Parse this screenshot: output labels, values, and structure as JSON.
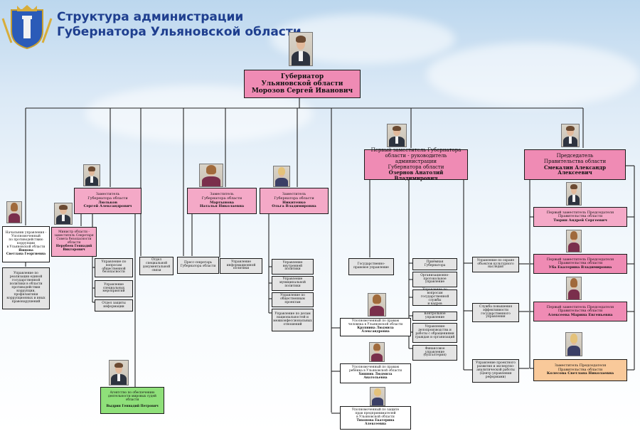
{
  "header": {
    "title_line1": "Структура администрации",
    "title_line2": "Губернатора Ульяновской области"
  },
  "icons": {
    "crest": "coat-of-arms-icon",
    "photo": "person-photo-icon"
  },
  "colors": {
    "accent": "#1f3f8f",
    "pink": "#f4a9c7",
    "green": "#8fe07a",
    "peach": "#f9c99a"
  },
  "governor": {
    "line1": "Губернатор",
    "line2": "Ульяновской области",
    "line3": "Морозов Сергей Иванович"
  },
  "level2": {
    "commissioner_corruption": {
      "line1": "Начальник управления -",
      "line2": "Уполномоченный",
      "line3": "по противодействию",
      "line4": "коррупции",
      "line5": "в Ульяновской области",
      "line6": "Яшнова",
      "line7": "Светлана Георгиевна"
    },
    "anticorruption_dept": {
      "line1": "Управление по",
      "line2": "реализации единой",
      "line3": "государственной",
      "line4": "политики в области",
      "line5": "противодействия",
      "line6": "коррупции,",
      "line7": "профилактики",
      "line8": "коррупционных и иных",
      "line9": "правонарушений"
    },
    "deputy_lyulkov": {
      "line1": "Заместитель",
      "line2": "Губернатора области",
      "line3": "Люльков",
      "line4": "Сергей Александрович"
    },
    "minister_security": {
      "line1": "Министр области -",
      "line2": "заместитель Секретаря",
      "line3": "Совета безопасности",
      "line4": "области",
      "line5": "Неробеев Геннадий",
      "line6": "Викторович"
    },
    "dept_security": {
      "line1": "Управление по",
      "line2": "вопросам",
      "line3": "общественной",
      "line4": "безопасности"
    },
    "dept_special": {
      "line1": "Управление",
      "line2": "специальных",
      "line3": "мероприятий"
    },
    "dept_info_protection": {
      "line1": "Отдел защиты",
      "line2": "информации"
    },
    "dept_documents": {
      "line1": "Отдел специальной",
      "line2": "документальной",
      "line3": "связи"
    },
    "press_secretary": {
      "line1": "Пресс-секретарь",
      "line2": "Губернатора области"
    },
    "deputy_martynova": {
      "line1": "Заместитель",
      "line2": "Губернатора области",
      "line3": "Мартынова",
      "line4": "Наталья Николаевна"
    },
    "dept_info_policy": {
      "line1": "Управление",
      "line2": "информационной",
      "line3": "политики"
    },
    "deputy_nikitenko": {
      "line1": "Заместитель",
      "line2": "Губернатора области",
      "line3": "Никитенко",
      "line4": "Ольга Владимировна"
    },
    "dept_internal_policy": {
      "line1": "Управление",
      "line2": "внутренней",
      "line3": "политики"
    },
    "dept_municipal": {
      "line1": "Управление",
      "line2": "муниципальной",
      "line3": "политики"
    },
    "dept_public_projects": {
      "line1": "Управление по",
      "line2": "общественным",
      "line3": "проектам"
    },
    "dept_national": {
      "line1": "Управление по делам",
      "line2": "национальностей и",
      "line3": "межконфессиональных",
      "line4": "отношений"
    },
    "agency_courts": {
      "line1": "Агентство по обеспечению",
      "line2": "деятельности мировых судей",
      "line3": "области",
      "line4": "Выдрин Геннадий Петрович"
    },
    "state_legal": {
      "line1": "Государственно-",
      "line2": "правовое управление"
    },
    "ombudsman_human": {
      "line1": "Уполномоченный по правам",
      "line2": "человека в Ульяновской области",
      "line3": "Крупнина Людмила",
      "line4": "Александровна"
    },
    "ombudsman_child": {
      "line1": "Уполномоченный по правам",
      "line2": "ребёнка в Ульяновской области",
      "line3": "Хишник Людмила",
      "line4": "Анатольевна"
    },
    "ombudsman_business": {
      "line1": "Уполномоченный по защите",
      "line2": "прав предпринимателей",
      "line3": "в Ульяновской области",
      "line4": "Тихонова Екатерина",
      "line5": "Алексеевна"
    },
    "first_deputy_ozerov": {
      "line1": "Первый заместитель Губернатора",
      "line2": "области - руководитель администрации",
      "line3": "Губернатора области",
      "line4": "Озернов Анатолий Владимирович"
    },
    "reception": {
      "line1": "Приёмная",
      "line2": "Губернатора"
    },
    "org_control": {
      "line1": "Организационно-",
      "line2": "протокольное",
      "line3": "управление"
    },
    "civil_service": {
      "line1": "Управление по вопросам",
      "line2": "государственной службы",
      "line3": "и кадров"
    },
    "control_dept": {
      "line1": "Контрольное управление"
    },
    "docflow_dept": {
      "line1": "Управление",
      "line2": "делопроизводства и",
      "line3": "работы с обращениями",
      "line4": "граждан и организаций"
    },
    "finance_dept": {
      "line1": "Финансовое",
      "line2": "управление",
      "line3": "(бухгалтерия)"
    },
    "chair_smekalin": {
      "line1": "Председатель",
      "line2": "Правительства области",
      "line3": "Смекалин Александр",
      "line4": "Алексеевич"
    },
    "first_deputy_chair_tyurin": {
      "line1": "Первый заместитель Председателя",
      "line2": "Правительства области",
      "line3": "Тюрин Андрей Сергеевич"
    },
    "first_deputy_chair_uba": {
      "line1": "Первый заместитель Председателя",
      "line2": "Правительства области",
      "line3": "Уба Екатерина Владимировна"
    },
    "first_deputy_chair_alekseeva": {
      "line1": "Первый заместитель Председателя",
      "line2": "Правительства области",
      "line3": "Алексеева Марина Евгеньевна"
    },
    "deputy_chair_koleso": {
      "line1": "Заместитель Председателя",
      "line2": "Правительства области",
      "line3": "Колесова Светлана Николаевна"
    },
    "dept_heritage": {
      "line1": "Управление по охране",
      "line2": "объектов культурного",
      "line3": "наследия"
    },
    "service_efficiency": {
      "line1": "Служба повышения",
      "line2": "эффективности",
      "line3": "государственного",
      "line4": "управления"
    },
    "dept_project": {
      "line1": "Управление проектного",
      "line2": "развития и экспертно-",
      "line3": "аналитической работы",
      "line4": "(Центр управления",
      "line5": "реформами)"
    }
  }
}
